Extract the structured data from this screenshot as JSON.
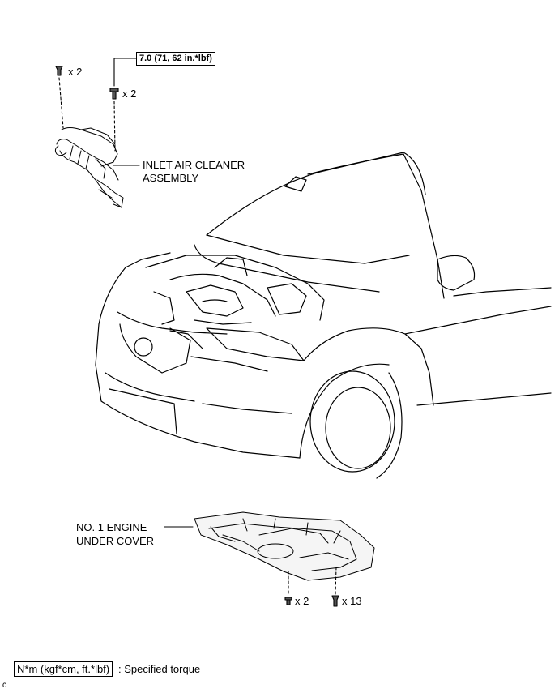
{
  "callouts": {
    "clip_qty_top": "x 2",
    "bolt_qty_top": "x 2",
    "torque_spec": "7.0 (71, 62 in.*lbf)",
    "air_cleaner_line1": "INLET AIR CLEANER",
    "air_cleaner_line2": "ASSEMBLY",
    "under_cover_line1": "NO. 1 ENGINE",
    "under_cover_line2": "UNDER COVER",
    "bolt_qty_bottom": "x 2",
    "clip_qty_bottom": "x 13"
  },
  "legend": {
    "unit": "N*m (kgf*cm, ft.*lbf)",
    "description": ": Specified torque"
  },
  "corner_code": "c"
}
